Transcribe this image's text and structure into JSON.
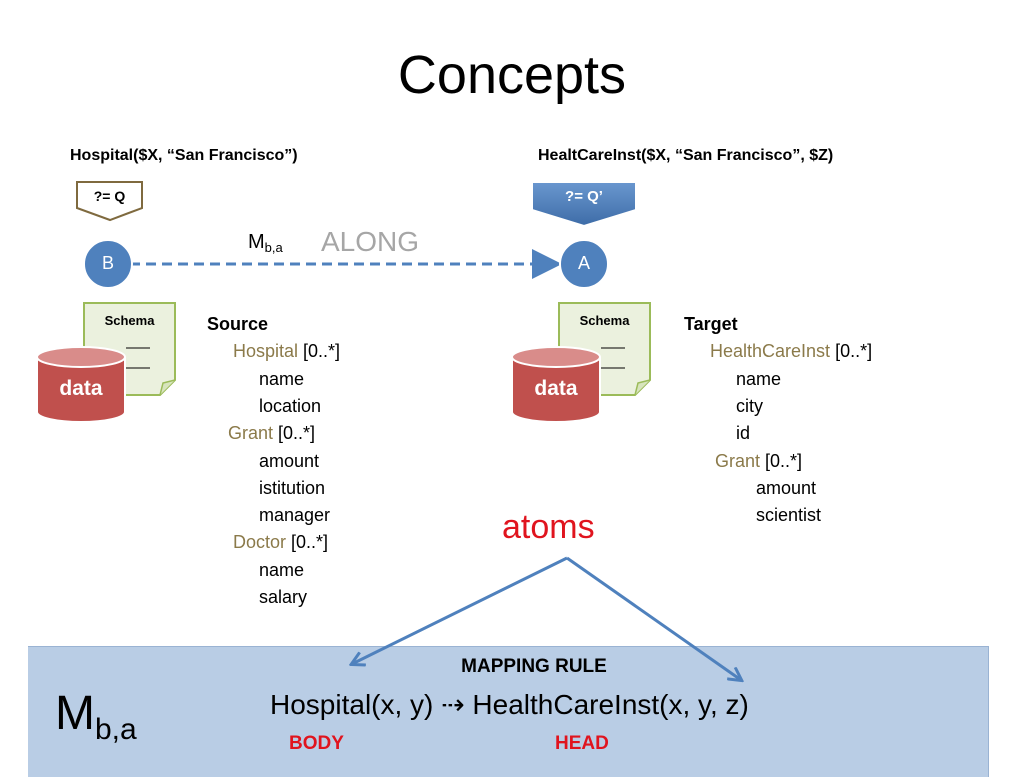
{
  "title": "Concepts",
  "left": {
    "query": "Hospital($X, “San Francisco”)",
    "query_badge": "?= Q",
    "node": "B",
    "schema_label": "Schema",
    "data_label": "data"
  },
  "right": {
    "query": "HealtCareInst($X, “San Francisco”, $Z)",
    "query_badge": "?= Q’",
    "node": "A",
    "schema_label": "Schema",
    "data_label": "data"
  },
  "edge": {
    "mapping_label": "M",
    "mapping_sub": "b,a",
    "along_label": "ALONG"
  },
  "source_tree": {
    "header": "Source",
    "lines": [
      {
        "entity": "Hospital",
        "card": " [0..*]",
        "indent": 1
      },
      {
        "text": "name",
        "indent": 2
      },
      {
        "text": "location",
        "indent": 2
      },
      {
        "entity": "Grant",
        "card": " [0..*]",
        "indent": 1
      },
      {
        "text": "amount",
        "indent": 2
      },
      {
        "text": "istitution",
        "indent": 2
      },
      {
        "text": "manager",
        "indent": 2
      },
      {
        "entity": "Doctor",
        "card": " [0..*]",
        "indent": 1
      },
      {
        "text": "name",
        "indent": 2
      },
      {
        "text": "salary",
        "indent": 2
      }
    ]
  },
  "target_tree": {
    "header": "Target",
    "lines": [
      {
        "entity": "HealthCareInst",
        "card": " [0..*]",
        "indent": 1
      },
      {
        "text": "name",
        "indent": 2
      },
      {
        "text": "city",
        "indent": 2
      },
      {
        "text": "id",
        "indent": 2
      },
      {
        "entity": "Grant",
        "card": " [0..*]",
        "indent": 1
      },
      {
        "text": "amount",
        "indent": 2
      },
      {
        "text": "scientist",
        "indent": 2
      }
    ]
  },
  "atoms_label": "atoms",
  "mapping_rule": {
    "title": "MAPPING RULE",
    "body_atom": "Hospital(x, y)",
    "arrow": "⇢",
    "head_atom": "HealthCareInst(x, y, z)",
    "body_label": "BODY",
    "head_label": "HEAD",
    "symbol": "M",
    "symbol_sub": "b,a"
  },
  "colors": {
    "node_fill": "#4f81bd",
    "edge": "#4f81bd",
    "db_fill": "#c0504d",
    "schema_fill": "#ebf1de",
    "schema_stroke": "#9bbb59",
    "badge_blue": "#4f81bd",
    "badge_border": "#7f6a3f",
    "entity": "#8b7a4a",
    "accent_red": "#e0141e",
    "mapping_bg": "#b9cde5"
  }
}
